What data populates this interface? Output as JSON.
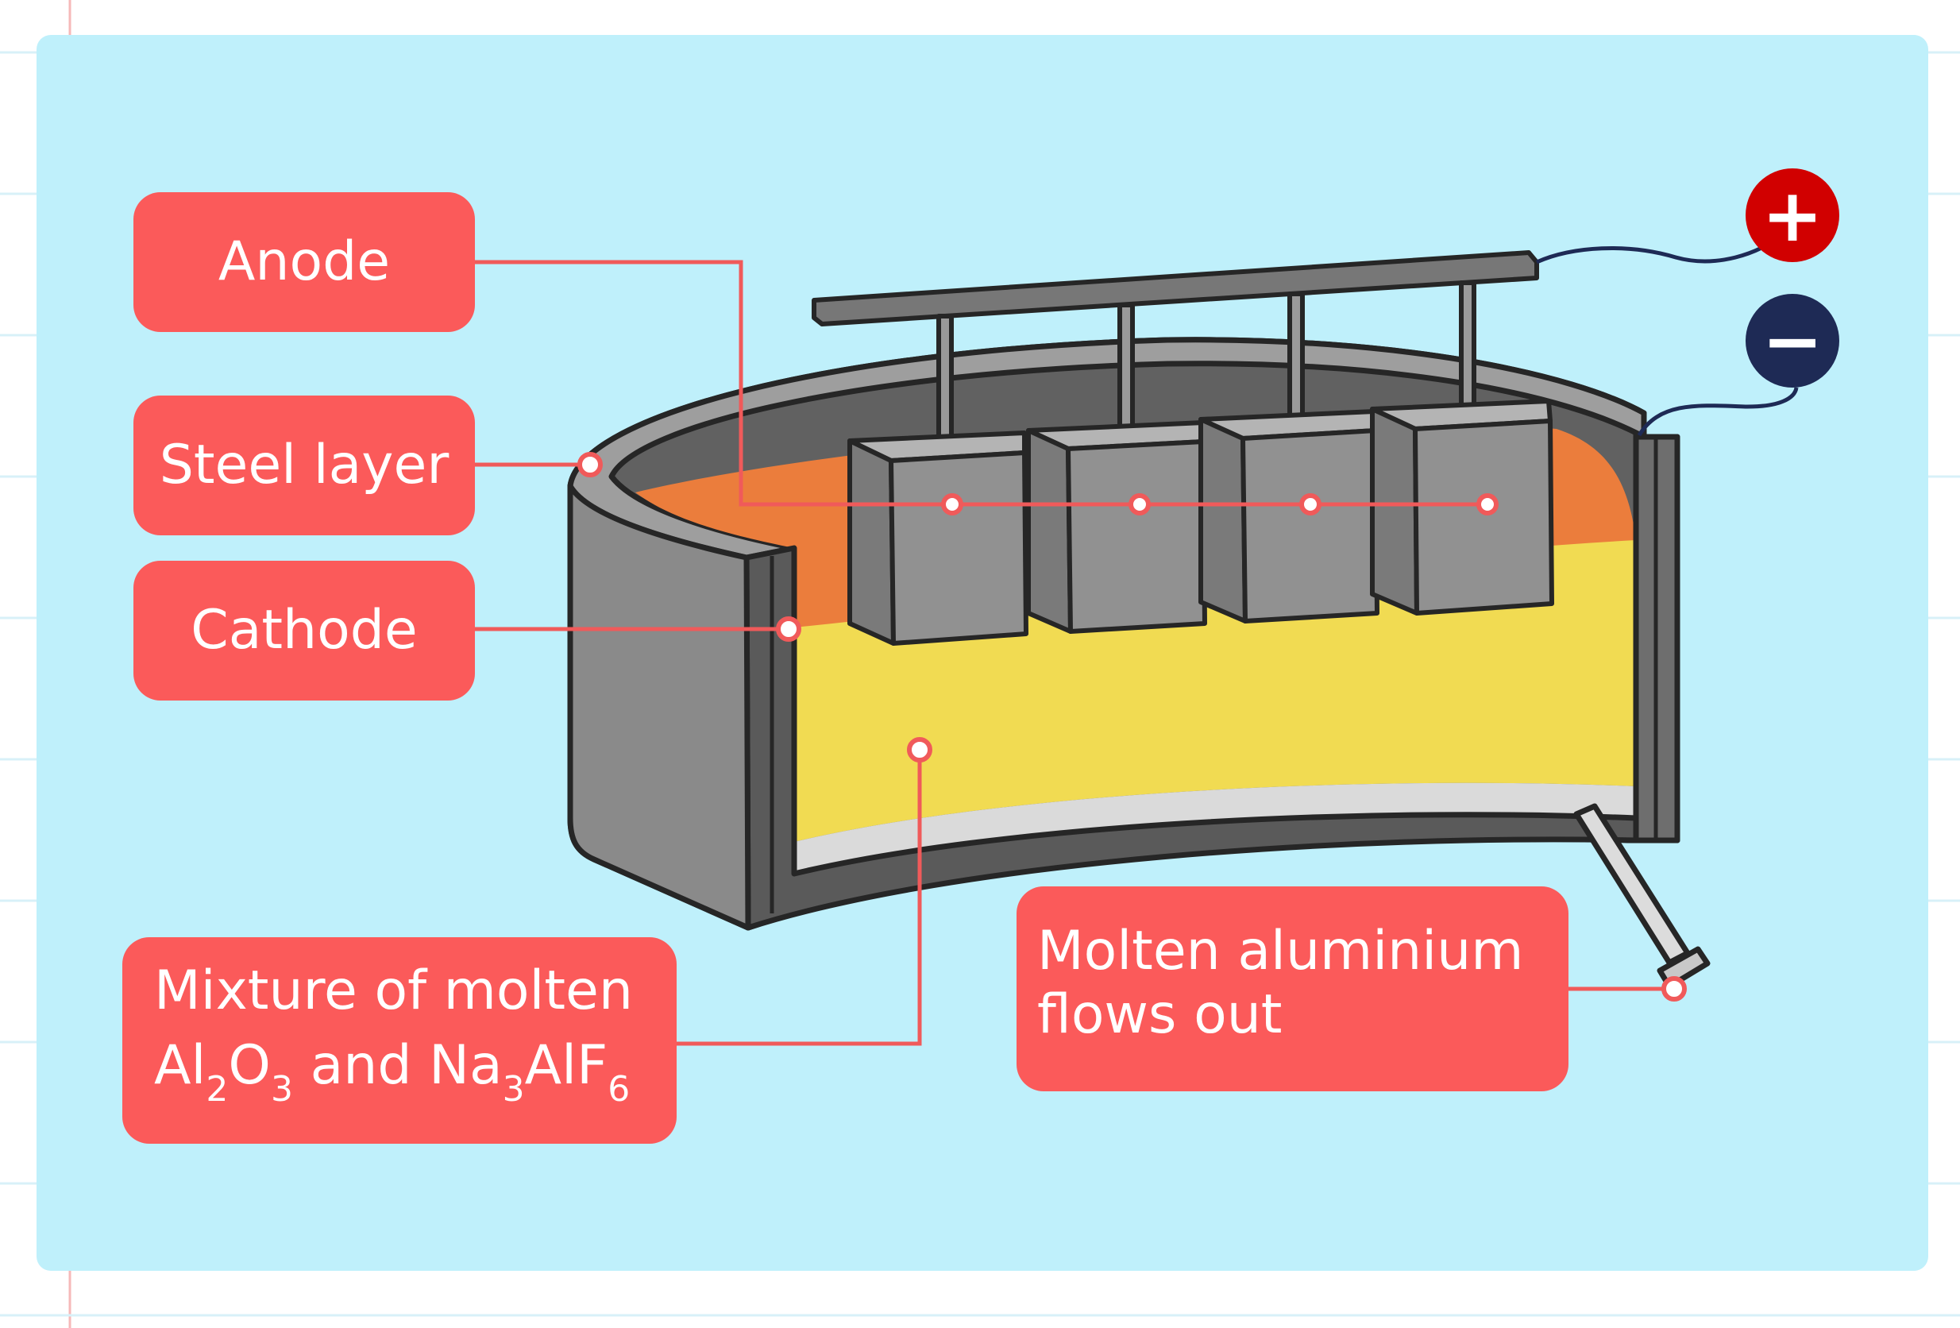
{
  "labels": {
    "anode": "Anode",
    "steel_layer": "Steel layer",
    "cathode": "Cathode",
    "mixture": {
      "line1": "Mixture of molten",
      "formula_al": "Al",
      "sub_2": "2",
      "formula_o": "O",
      "sub_3a": "3",
      "and_text": " and Na",
      "sub_3b": "3",
      "formula_alf": "AlF",
      "sub_6": "6"
    },
    "aluminium": {
      "line1": "Molten aluminium",
      "line2": "flows out"
    }
  },
  "terminals": {
    "positive": "+",
    "negative": "−"
  },
  "colors": {
    "background_panel": "#bff0fb",
    "label_fill": "#fb5a5a",
    "connector_line": "#f05a5a",
    "positive_terminal": "#d10000",
    "negative_terminal": "#1e2a55",
    "molten_mixture": "#f1db52",
    "upper_layer": "#eb7d3c",
    "molten_aluminium": "#dadada",
    "steel_dark": "#666666",
    "steel_light": "#8c8c8c",
    "anode_block": "#8f8f8f"
  }
}
